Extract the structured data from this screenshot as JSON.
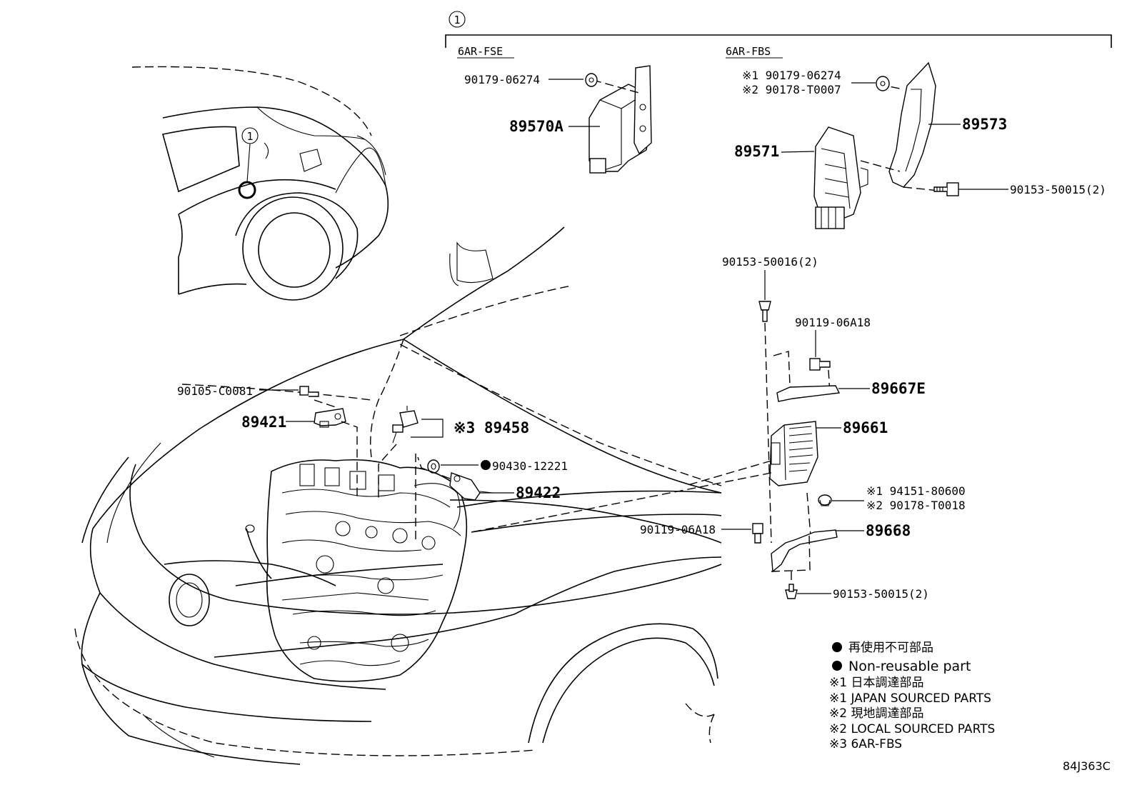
{
  "callout": {
    "number": "1"
  },
  "engines": {
    "left": "6AR-FSE",
    "right": "6AR-FBS"
  },
  "parts": {
    "p_90179_06274_left": "90179-06274",
    "p_89570A": "89570A",
    "p_j1_90179": "※1 90179-06274",
    "p_j2_90178": "※2 90178-T0007",
    "p_89573": "89573",
    "p_89571": "89571",
    "p_90153_50015_top": "90153-50015(2)",
    "p_90153_50016": "90153-50016(2)",
    "p_90119_06A18_top": "90119-06A18",
    "p_89667E": "89667E",
    "p_89661": "89661",
    "p_j1_94151": "※1 94151-80600",
    "p_j2_90178_T0018": "※2 90178-T0018",
    "p_90119_06A18_left": "90119-06A18",
    "p_89668": "89668",
    "p_90153_50015_bot": "90153-50015(2)",
    "p_90105_C0081": "90105-C0081",
    "p_89421": "89421",
    "p_89458": "※3 89458",
    "p_90430_12221": "90430-12221",
    "p_89422": "89422"
  },
  "legend": {
    "non_reusable_jp": "再使用不可部品",
    "non_reusable_en": "Non-reusable part",
    "japan_jp": "※1 日本調達部品",
    "japan_en": "※1 JAPAN SOURCED PARTS",
    "local_jp": "※2 現地調達部品",
    "local_en": "※2 LOCAL SOURCED PARTS",
    "fbs": "※3 6AR-FBS"
  },
  "diagram_code": "84J363C"
}
